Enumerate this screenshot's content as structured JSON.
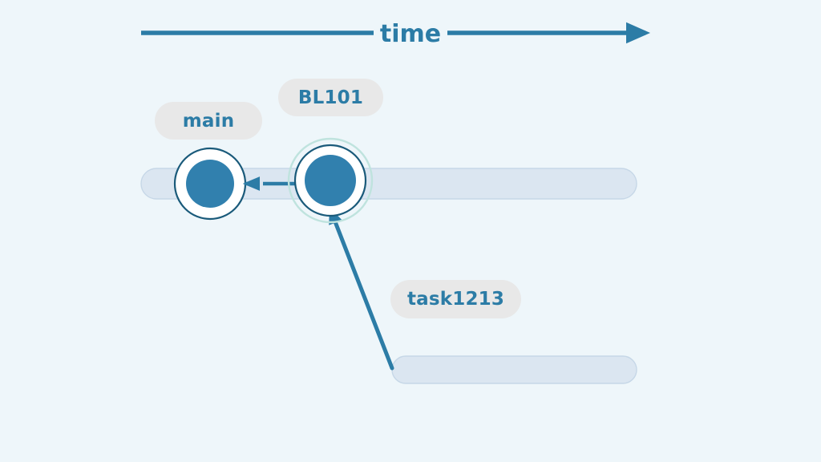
{
  "diagram": {
    "title": "time",
    "type": "git-branch-timeline",
    "background_color": "#eef6fa",
    "axis": {
      "label": "time",
      "direction": "left-to-right",
      "color": "#2c7ca6",
      "arrow_icon": "arrow-right-icon"
    },
    "lanes": [
      {
        "id": "main-lane",
        "name": "main",
        "fill_color": "#dbe6f1",
        "stroke_color": "#c3d5e6"
      },
      {
        "id": "task1213-lane",
        "name": "task1213",
        "fill_color": "#dbe6f1",
        "stroke_color": "#c3d5e6"
      }
    ],
    "badges": [
      {
        "id": "main",
        "label": "main",
        "bg_color": "#e8e8e8",
        "text_color": "#2c7ca6"
      },
      {
        "id": "bl101",
        "label": "BL101",
        "bg_color": "#e8e8e8",
        "text_color": "#2c7ca6"
      },
      {
        "id": "task1213",
        "label": "task1213",
        "bg_color": "#e8e8e8",
        "text_color": "#2c7ca6"
      }
    ],
    "commits": [
      {
        "id": "commit-main",
        "label": "main",
        "fill_color": "#3180ae",
        "ring_color": "#1a5a7a",
        "highlighted": false
      },
      {
        "id": "commit-bl101",
        "label": "BL101",
        "fill_color": "#3180ae",
        "ring_color": "#1a5a7a",
        "highlight_ring_color": "#bfe3de",
        "highlighted": true
      }
    ],
    "connections": [
      {
        "id": "bl101-to-main",
        "from": "commit-bl101",
        "to": "commit-main",
        "style": "dashed",
        "color": "#2c7ca6",
        "arrow_icon": "arrow-left-icon"
      },
      {
        "id": "task1213-to-bl101",
        "from": "task1213-lane",
        "to": "commit-bl101",
        "style": "solid",
        "color": "#2c7ca6",
        "arrow_icon": "arrow-up-left-icon"
      }
    ]
  }
}
